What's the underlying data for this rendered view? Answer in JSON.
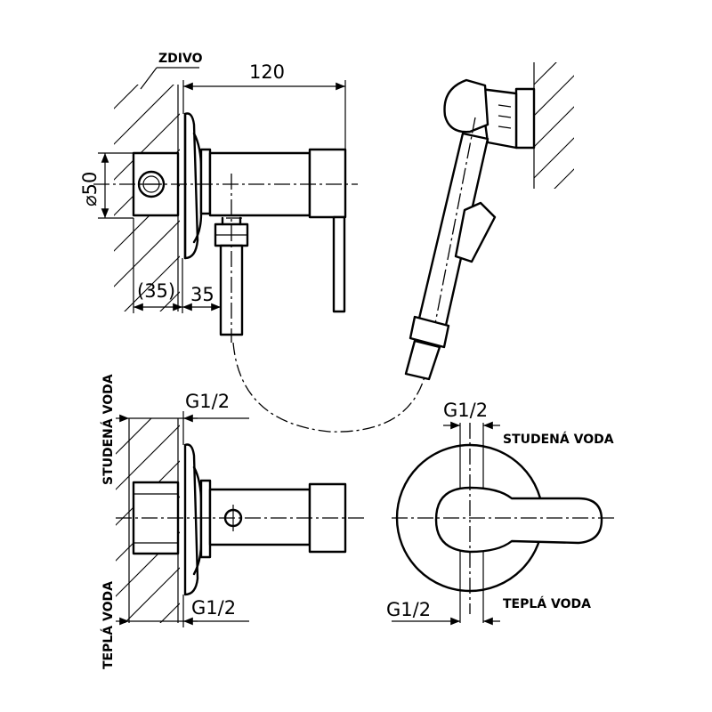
{
  "labels": {
    "wall": "ZDIVO",
    "width": "120",
    "diameter": "⌀50",
    "depth_wall": "(35)",
    "depth": "35",
    "cold_water": "STUDENÁ VODA",
    "hot_water": "TEPLÁ VODA",
    "thread": "G1/2"
  }
}
